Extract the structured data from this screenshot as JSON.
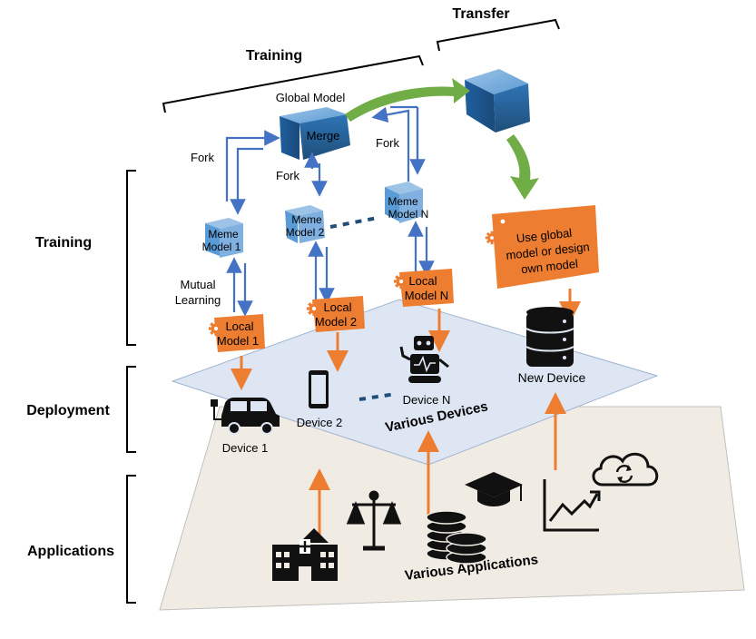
{
  "headers": {
    "transfer": "Transfer",
    "training_top": "Training",
    "training_side": "Training",
    "deployment": "Deployment",
    "applications": "Applications"
  },
  "global_model": {
    "caption": "Global Model",
    "merge": "Merge"
  },
  "fork_labels": [
    "Fork",
    "Fork",
    "Fork"
  ],
  "meme_models": [
    {
      "line1": "Meme",
      "line2": "Model 1"
    },
    {
      "line1": "Meme",
      "line2": "Model 2"
    },
    {
      "line1": "Meme",
      "line2": "Model N"
    }
  ],
  "mutual_learning": {
    "line1": "Mutual",
    "line2": "Learning"
  },
  "local_models": [
    {
      "line1": "Local",
      "line2": "Model 1"
    },
    {
      "line1": "Local",
      "line2": "Model 2"
    },
    {
      "line1": "Local",
      "line2": "Model N"
    }
  ],
  "transfer_box": {
    "line1": "Use global",
    "line2": "model or design",
    "line3": "own model"
  },
  "devices": {
    "device1": "Device 1",
    "device2": "Device 2",
    "deviceN": "Device N",
    "new_device": "New Device",
    "plane_label": "Various Devices"
  },
  "applications": {
    "plane_label": "Various Applications"
  },
  "colors": {
    "blue_arrow": "#4472c4",
    "orange": "#ed7d31",
    "green": "#70ad47",
    "cube_blue": "#2e75b6",
    "device_plane": "#dde6f2",
    "app_plane": "#f1ece3"
  },
  "icons": [
    "car-icon",
    "smartphone-icon",
    "robot-icon",
    "database-icon",
    "hospital-icon",
    "scales-icon",
    "coins-icon",
    "graduation-cap-icon",
    "growth-chart-icon",
    "cloud-sync-icon",
    "gear-icon"
  ]
}
